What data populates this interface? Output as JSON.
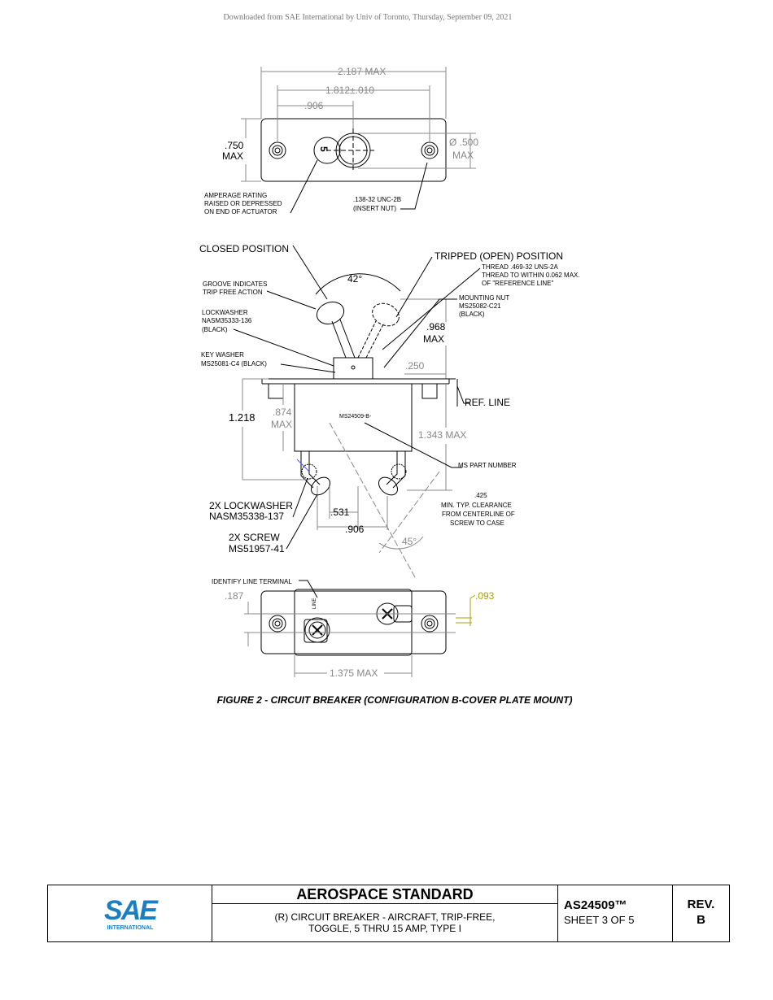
{
  "download_note": "Downloaded from SAE International by Univ of Toronto, Thursday, September 09, 2021",
  "top_view": {
    "dim_overall_width": "2.187 MAX",
    "dim_hole_spacing": "1.812±.010",
    "dim_hole_to_center": ".906",
    "dim_height_line1": ".750",
    "dim_height_line2": "MAX",
    "dim_diameter_line1": "Ø .500",
    "dim_diameter_line2": "MAX",
    "actuator_digit": "5",
    "note_amperage": [
      "AMPERAGE RATING",
      "RAISED OR DEPRESSED",
      "ON END OF ACTUATOR"
    ],
    "note_thread": [
      ".138-32 UNC-2B",
      "(INSERT NUT)"
    ]
  },
  "side_view": {
    "closed_position": "CLOSED POSITION",
    "tripped_position": "TRIPPED (OPEN) POSITION",
    "thread_note": [
      "THREAD .469-32 UNS-2A",
      "THREAD TO WITHIN 0.062 MAX.",
      "OF \"REFERENCE LINE\""
    ],
    "groove_note": [
      "GROOVE INDICATES",
      "TRIP FREE ACTION"
    ],
    "angle_42": "42°",
    "mounting_nut": [
      "MOUNTING NUT",
      "MS25082-C21",
      "(BLACK)"
    ],
    "lockwasher_note": [
      "LOCKWASHER",
      "NASM35333-136",
      "(BLACK)"
    ],
    "dim_968_line1": ".968",
    "dim_968_line2": "MAX",
    "key_washer": [
      "KEY WASHER",
      "MS25081-C4 (BLACK)"
    ],
    "dim_250": ".250",
    "ref_line": "REF. LINE",
    "dim_1218": "1.218",
    "dim_874_line1": ".874",
    "dim_874_line2": "MAX",
    "part_marking": "MS24509-B-",
    "dim_1343": "1.343 MAX",
    "ms_part_number": "MS PART NUMBER",
    "clearance_note": [
      ".425",
      "MIN. TYP. CLEARANCE",
      "FROM CENTERLINE OF",
      "SCREW TO CASE"
    ],
    "lockwasher_2x": [
      "2X LOCKWASHER",
      "NASM35338-137"
    ],
    "screw_2x": [
      "2X SCREW",
      "MS51957-41"
    ],
    "dim_531": ".531",
    "dim_906": ".906",
    "angle_45": "45°"
  },
  "bottom_view": {
    "identify_line": "IDENTIFY LINE TERMINAL",
    "dim_187": ".187",
    "dim_093": ".093",
    "line_mark": "LINE",
    "dim_1375": "1.375 MAX"
  },
  "figure_caption": "FIGURE 2 - CIRCUIT BREAKER (CONFIGURATION B-COVER PLATE MOUNT)",
  "title_block": {
    "logo_main": "SAE",
    "logo_sub": "INTERNATIONAL",
    "title": "AEROSPACE STANDARD",
    "description_line1": "(R) CIRCUIT BREAKER - AIRCRAFT, TRIP-FREE,",
    "description_line2": "TOGGLE, 5 THRU 15 AMP, TYPE I",
    "document_number": "AS24509™",
    "sheet": "SHEET 3 OF 5",
    "rev_label": "REV.",
    "rev_value": "B"
  },
  "colors": {
    "line": "#000000",
    "dimension_text": "#888888",
    "dimension_093": "#a8a000",
    "logo_blue": "#1a7fc1"
  }
}
